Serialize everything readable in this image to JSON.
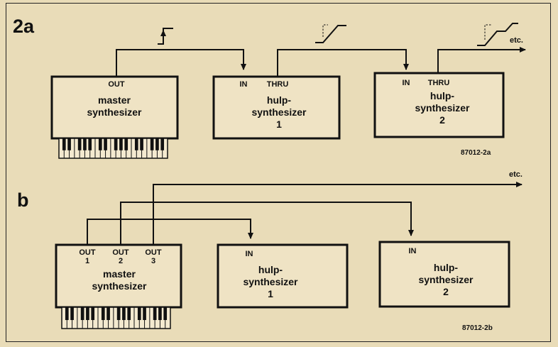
{
  "figure_a": {
    "label": "2a",
    "master": {
      "title_line1": "master",
      "title_line2": "synthesizer",
      "out_label": "OUT"
    },
    "hulp1": {
      "title_line1": "hulp-",
      "title_line2": "synthesizer",
      "title_line3": "1",
      "in_label": "IN",
      "thru_label": "THRU"
    },
    "hulp2": {
      "title_line1": "hulp-",
      "title_line2": "synthesizer",
      "title_line3": "2",
      "in_label": "IN",
      "thru_label": "THRU"
    },
    "etc_label": "etc.",
    "code": "87012-2a"
  },
  "figure_b": {
    "label": "b",
    "master": {
      "title_line1": "master",
      "title_line2": "synthesizer",
      "outputs": [
        {
          "line1": "OUT",
          "line2": "1"
        },
        {
          "line1": "OUT",
          "line2": "2"
        },
        {
          "line1": "OUT",
          "line2": "3"
        }
      ]
    },
    "hulp1": {
      "title_line1": "hulp-",
      "title_line2": "synthesizer",
      "title_line3": "1",
      "in_label": "IN"
    },
    "hulp2": {
      "title_line1": "hulp-",
      "title_line2": "synthesizer",
      "title_line3": "2",
      "in_label": "IN"
    },
    "etc_label": "etc.",
    "code": "87012-2b"
  }
}
